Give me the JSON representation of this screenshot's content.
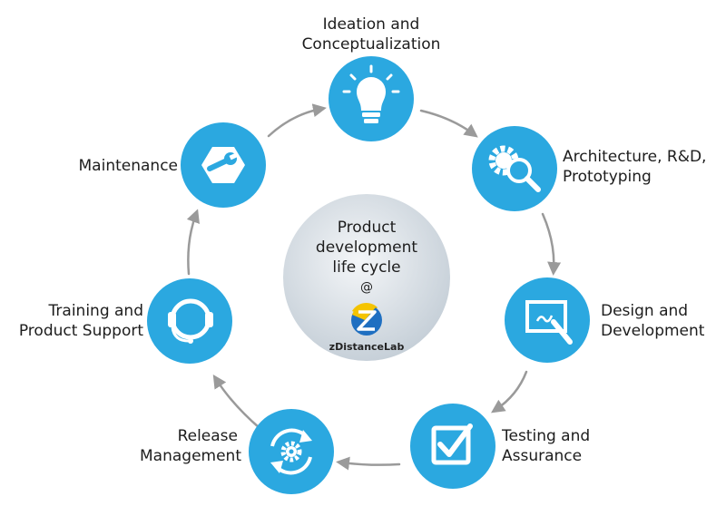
{
  "center": {
    "lines": [
      "Product",
      "development",
      "life cycle",
      "@"
    ],
    "brand": "zDistanceLab"
  },
  "stages": [
    {
      "lines": [
        "Ideation and",
        "Conceptualization"
      ],
      "icon": "lightbulb-icon"
    },
    {
      "lines": [
        "Architecture, R&D,",
        "Prototyping"
      ],
      "icon": "gear-magnifier-icon"
    },
    {
      "lines": [
        "Design and",
        "Development"
      ],
      "icon": "drawing-tablet-icon"
    },
    {
      "lines": [
        "Testing and",
        "Assurance"
      ],
      "icon": "checkbox-icon"
    },
    {
      "lines": [
        "Release",
        "Management"
      ],
      "icon": "gear-cycle-icon"
    },
    {
      "lines": [
        "Training and",
        "Product Support"
      ],
      "icon": "headset-icon"
    },
    {
      "lines": [
        "Maintenance"
      ],
      "icon": "wrench-icon"
    }
  ],
  "colors": {
    "node": "#2BA8E0",
    "arrow": "#9A9A9A",
    "center_light": "#F4F6F8",
    "center_dark": "#C3CDD6",
    "logo_blue": "#1F6FC1",
    "logo_yellow": "#F5C400"
  }
}
